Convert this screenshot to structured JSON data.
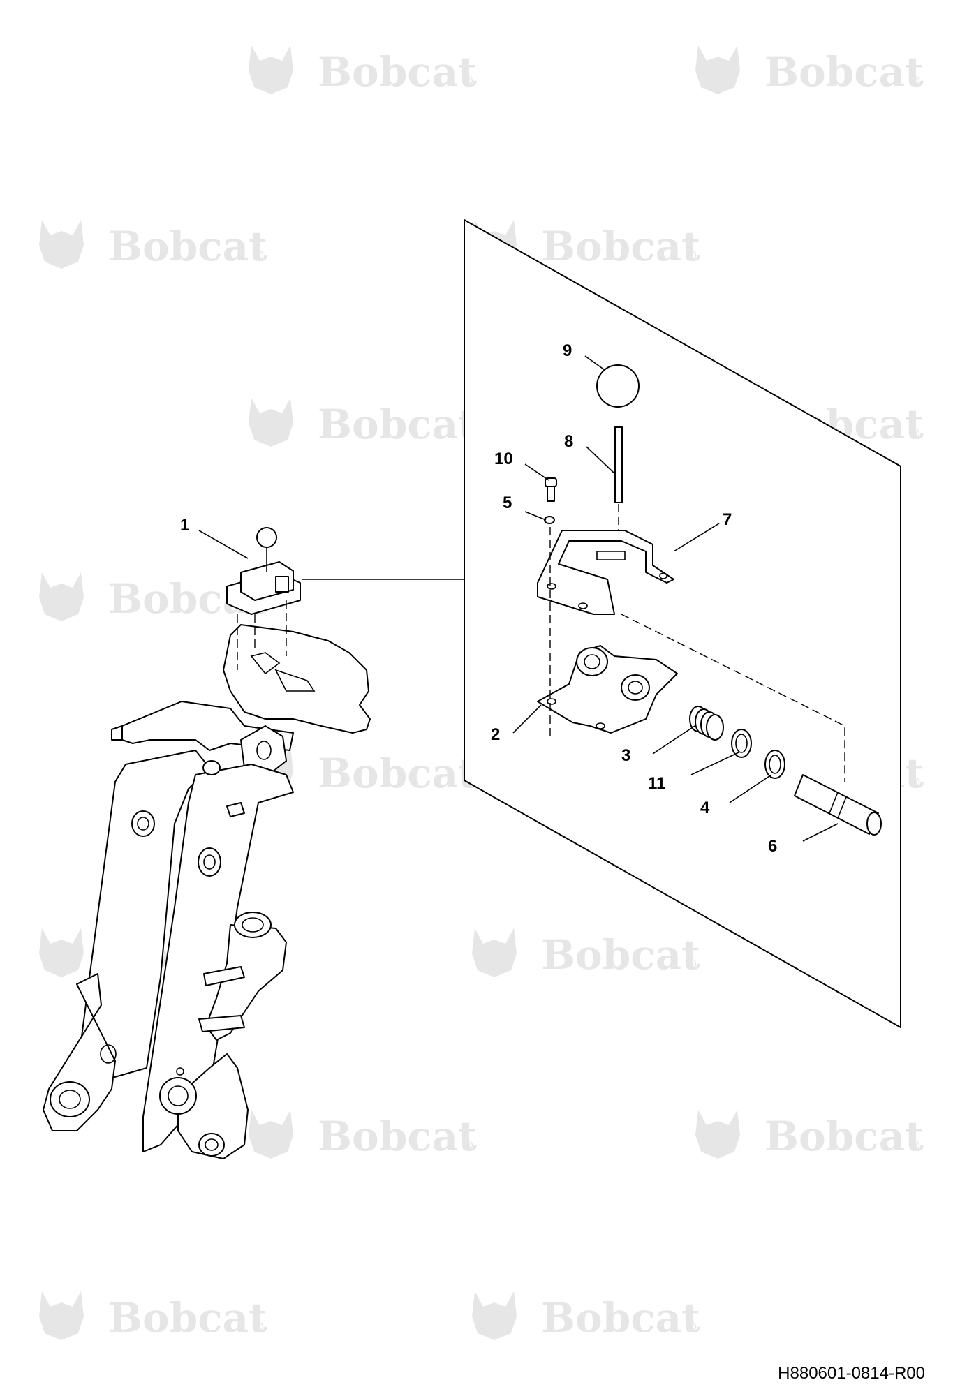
{
  "watermark": {
    "brand": "Bobcat",
    "mark": "®"
  },
  "drawing_code": "H880601-0814-R00",
  "callouts": [
    "1",
    "2",
    "3",
    "4",
    "5",
    "6",
    "7",
    "8",
    "9",
    "10",
    "11"
  ],
  "colors": {
    "line": "#000000",
    "watermark": "#e6e6e6",
    "background": "#ffffff"
  }
}
